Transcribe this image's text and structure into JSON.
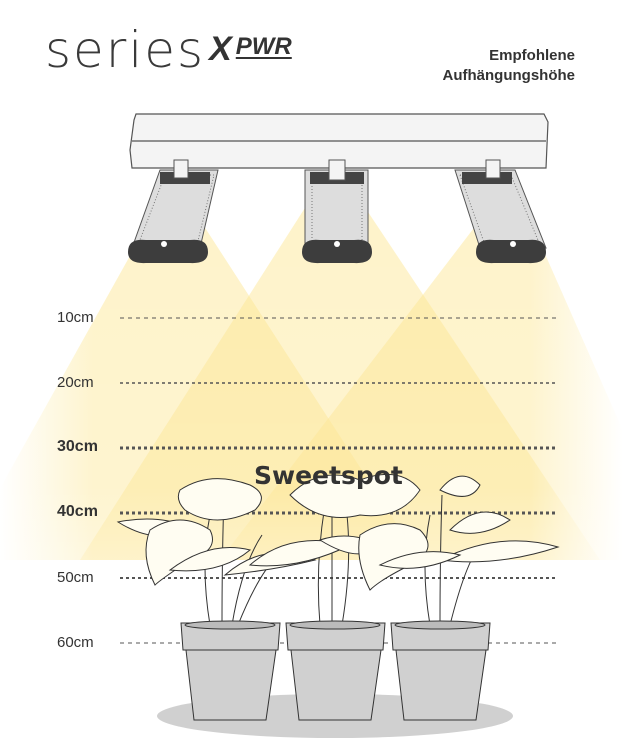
{
  "brand": {
    "series": "series",
    "x": "X",
    "pwr": "PWR"
  },
  "heading": {
    "line1": "Empfohlene",
    "line2": "Aufhängungshöhe"
  },
  "levels": [
    {
      "label": "10cm",
      "bold": false
    },
    {
      "label": "20cm",
      "bold": false
    },
    {
      "label": "30cm",
      "bold": true
    },
    {
      "label": "40cm",
      "bold": true
    },
    {
      "label": "50cm",
      "bold": false
    },
    {
      "label": "60cm",
      "bold": false
    }
  ],
  "sweetspot": "Sweetspot",
  "colors": {
    "light": "#fde48a",
    "text": "#333333",
    "pot": "#d0d0d0",
    "lamp": "#3d3d3d"
  }
}
